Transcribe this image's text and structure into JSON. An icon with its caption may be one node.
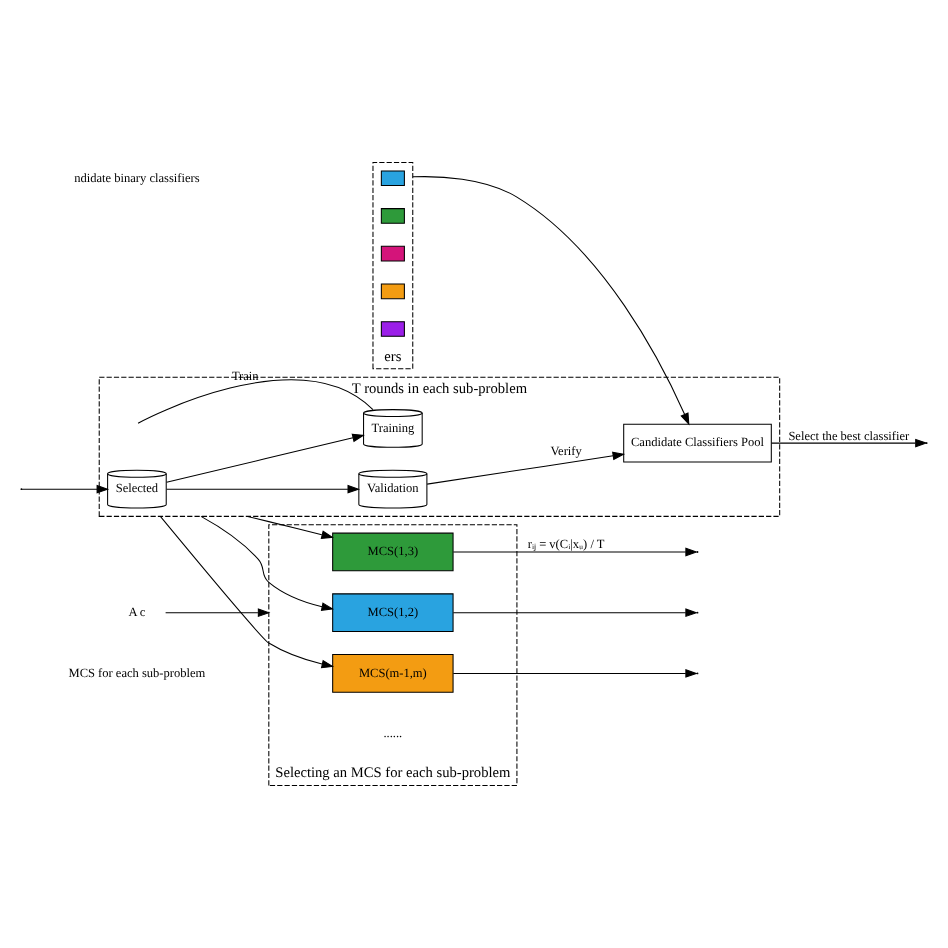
{
  "diagram": {
    "nodes": [
      {
        "text": [
          "T rounds in each sub-problem"
        ]
      },
      {
        "text": [
          "Selected"
        ],
        "in": 0
      },
      {
        "text": [
          "Training"
        ],
        "in": 0
      },
      {
        "text": [
          "Validation"
        ],
        "in": 0
      },
      {
        "text": [
          "Candidate Classifiers Pool"
        ],
        "in": 0
      },
      {
        "text": [
          "ers"
        ]
      },
      {
        "text": [],
        "shape": "box",
        "in": 5
      },
      {
        "text": [],
        "shape": "box",
        "in": 5
      },
      {
        "text": [],
        "shape": "box",
        "in": 5
      },
      {
        "text": [],
        "shape": "box",
        "in": 5
      },
      {
        "text": [],
        "shape": "box",
        "in": 5
      },
      {
        "text": [
          "Selecting an MCS for each sub-problem"
        ]
      },
      {
        "text": [
          "MCS(1,2)"
        ],
        "in": 11
      },
      {
        "text": [
          "MCS(1,3)"
        ],
        "in": 11
      },
      {
        "text": [
          "MCS(m-1,m)"
        ],
        "in": 11
      },
      {
        "text": [
          "A c"
        ]
      }
    ],
    "edges": [
      {
        "from": null,
        "to": 1,
        "arrow": "to"
      },
      {
        "from": 1,
        "to": 2,
        "arrow": "to"
      },
      {
        "from": 1,
        "to": 3,
        "arrow": "to"
      },
      {
        "from": 2,
        "to": null,
        "arrow": "none",
        "label": "Train"
      },
      {
        "from": 3,
        "to": 4,
        "arrow": "to",
        "label": "Verify"
      },
      {
        "from": 5,
        "to": 4,
        "arrow": "to"
      },
      {
        "from": 4,
        "to": null,
        "arrow": "to",
        "label": "Select the best classifier"
      },
      {
        "from": 0,
        "to": 12,
        "arrow": "to"
      },
      {
        "from": 0,
        "to": 13,
        "arrow": "to"
      },
      {
        "from": 0,
        "to": 14,
        "arrow": "to"
      },
      {
        "from": 15,
        "to": 11,
        "arrow": "to"
      },
      {
        "from": 12,
        "to": null,
        "arrow": "to"
      },
      {
        "from": 13,
        "to": null,
        "arrow": "to",
        "label": "rᵢⱼ = v(Cᵢ|xᵤ) / T"
      },
      {
        "from": 14,
        "to": null,
        "arrow": "to"
      }
    ],
    "labels": [
      "......",
      "ndidate binary classifiers",
      "MCS for each sub-problem"
    ]
  }
}
